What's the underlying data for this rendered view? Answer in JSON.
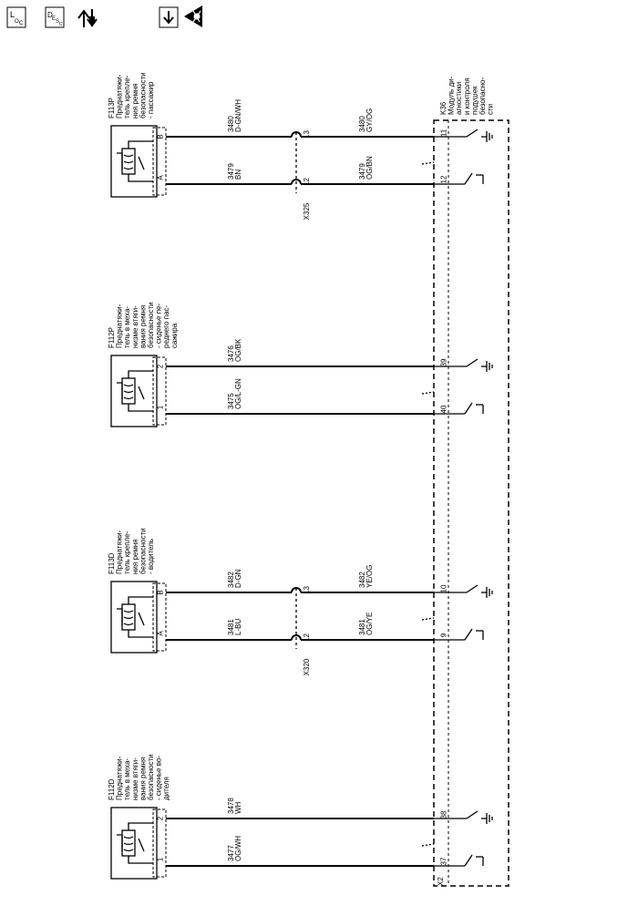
{
  "toolbar": {
    "icons": [
      {
        "name": "loc-icon",
        "sub1": "L",
        "sub2": "O",
        "sub3": "C"
      },
      {
        "name": "desc-icon",
        "sub1": "D",
        "sub2": "E",
        "sub3": "S",
        "sub4": "C"
      },
      {
        "name": "connector-info-icon"
      },
      {
        "name": "down-arrow-icon"
      },
      {
        "name": "esd-warning-icon"
      }
    ]
  },
  "devices": {
    "f113p": {
      "id": "F113P",
      "desc": [
        "Преднатяжи-",
        "тель крепле-",
        "ния ремня",
        "безопасности",
        "- пассажир"
      ],
      "pin_b": "B",
      "pin_a": "A"
    },
    "f112p": {
      "id": "F112P",
      "desc": [
        "Преднатяжи-",
        "тель в меха-",
        "низме втяги-",
        "вания ремня",
        "безопасности",
        "- сиденье пе-",
        "реднего пас-",
        "сажира"
      ],
      "pin_b": "2",
      "pin_a": "1"
    },
    "f113d": {
      "id": "F113D",
      "desc": [
        "Преднатяжи-",
        "тель крепле-",
        "ния ремня",
        "безопасности",
        "- водитель"
      ],
      "pin_b": "B",
      "pin_a": "A"
    },
    "f112d": {
      "id": "F112D",
      "desc": [
        "Преднатяжи-",
        "тель в меха-",
        "низме втяги-",
        "вания ремня",
        "безопасности",
        "- сиденье во-",
        "дителя"
      ],
      "pin_b": "2",
      "pin_a": "1"
    }
  },
  "wires": {
    "w3480a": {
      "num": "3480",
      "color": "D-GN/WH"
    },
    "w3479a": {
      "num": "3479",
      "color": "BN"
    },
    "w3480b": {
      "num": "3480",
      "color": "GY/OG"
    },
    "w3479b": {
      "num": "3479",
      "color": "OG/BN"
    },
    "w3476": {
      "num": "3476",
      "color": "OG/BK"
    },
    "w3475": {
      "num": "3475",
      "color": "OG/L-GN"
    },
    "w3482a": {
      "num": "3482",
      "color": "D-GN"
    },
    "w3481a": {
      "num": "3481",
      "color": "L-BU"
    },
    "w3482b": {
      "num": "3482",
      "color": "YE/OG"
    },
    "w3481b": {
      "num": "3481",
      "color": "OG/YE"
    },
    "w3478": {
      "num": "3478",
      "color": "WH"
    },
    "w3477": {
      "num": "3477",
      "color": "OG/WH"
    }
  },
  "connectors": {
    "x325": {
      "id": "X325",
      "pin_top": "13",
      "pin_bottom": "12"
    },
    "x320": {
      "id": "X320",
      "pin_top": "13",
      "pin_bottom": "12"
    }
  },
  "module": {
    "id": "K36",
    "desc": [
      "Модуль ди-",
      "агностики",
      "и контроля",
      "подушек",
      "безопасно-",
      "сти"
    ],
    "connector": "X2",
    "pins": [
      "11",
      "12",
      "39",
      "40",
      "10",
      "9",
      "38",
      "37"
    ]
  }
}
